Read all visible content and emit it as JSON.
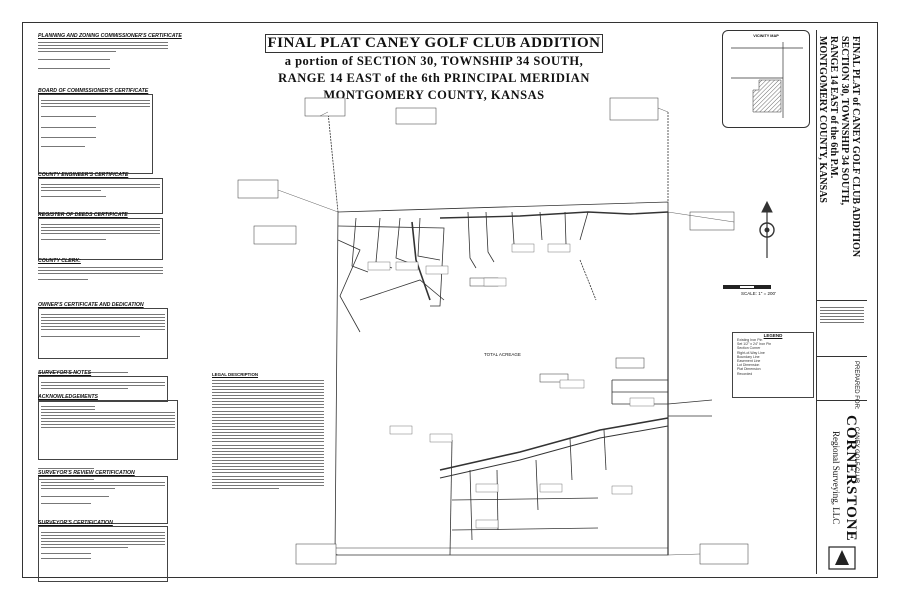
{
  "title": {
    "line1": "FINAL PLAT CANEY GOLF CLUB ADDITION",
    "line2": "a portion of SECTION 30, TOWNSHIP 34 SOUTH,",
    "line3": "RANGE 14 EAST of the 6th PRINCIPAL MERIDIAN",
    "line4": "MONTGOMERY COUNTY, KANSAS"
  },
  "vertical_title": {
    "line1": "FINAL PLAT of CANEY GOLF CLUB ADDITION",
    "line2": "SECTION 30, TOWNSHIP 34 SOUTH,",
    "line3": "RANGE 14 EAST of the 6th P.M.",
    "line4": "MONTGOMERY COUNTY, KANSAS"
  },
  "certificates": [
    "PLANNING AND ZONING COMMISSIONER'S CERTIFICATE",
    "BOARD OF COMMISSIONER'S CERTIFICATE",
    "COUNTY ENGINEER'S CERTIFICATE",
    "REGISTER OF DEEDS CERTIFICATE",
    "COUNTY CLERK:",
    "OWNER'S CERTIFICATE AND DEDICATION",
    "SURVEYOR'S NOTES",
    "ACKNOWLEDGEMENTS",
    "SURVEYOR'S REVIEW CERTIFICATION",
    "SURVEYOR'S CERTIFICATION"
  ],
  "legal_description": "LEGAL DESCRIPTION",
  "legend": {
    "title": "LEGEND",
    "items": [
      "Existing Iron Pin",
      "Set 1/2\" x 24\" Iron Pin",
      "Section Corner",
      "Right-of-Way Line",
      "Boundary Line",
      "Easement Line",
      "Lot Dimension",
      "Plat Dimension",
      "Recorded"
    ]
  },
  "vicinity_map": "VICINITY MAP",
  "scale": "SCALE: 1\" = 200'",
  "total_acreage": "TOTAL ACREAGE",
  "title_block": {
    "company": "CORNERSTONE",
    "company_sub": "Regional Surveying, LLC",
    "project": "CANEY GOLF CLUB",
    "prepared_for": "PREPARED FOR:"
  },
  "colors": {
    "line": "#333333",
    "paper": "#ffffff"
  }
}
